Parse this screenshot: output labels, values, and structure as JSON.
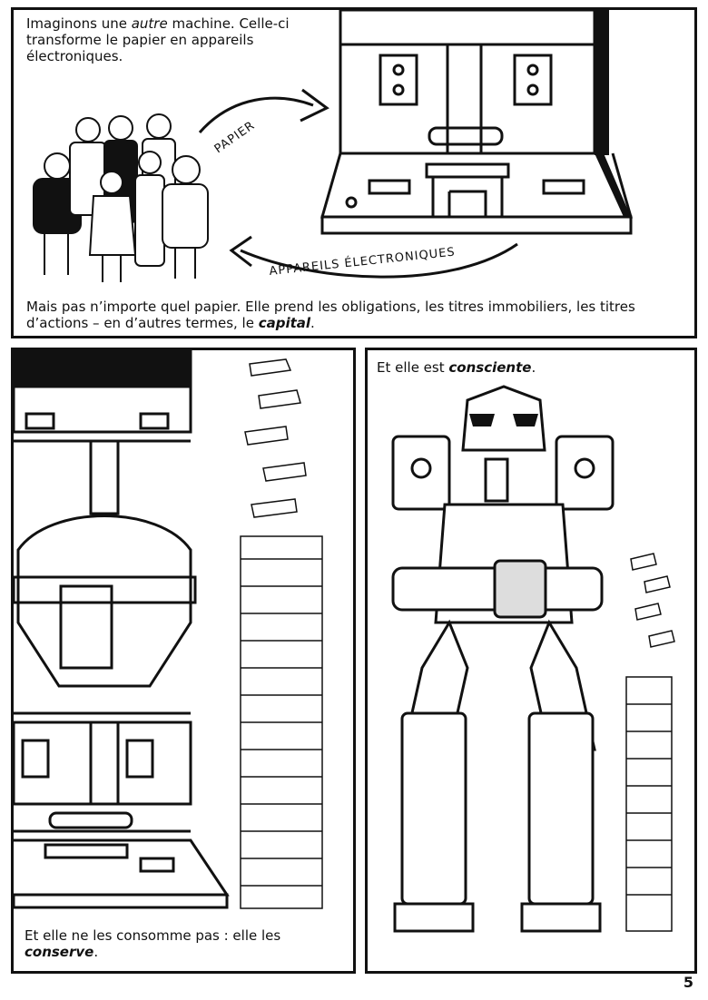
{
  "panel1": {
    "caption_top": {
      "prefix": "Imaginons une ",
      "emph": "autre",
      "suffix": " machine. Celle-ci transforme le papier en appareils électroniques."
    },
    "arrow_in_label": "PAPIER",
    "arrow_out_label": "APPAREILS ÉLECTRONIQUES",
    "caption_bottom": {
      "prefix": "Mais pas n’importe quel papier. Elle prend les obligations, les titres immobiliers, les titres d’actions – en d’autres termes, le ",
      "emph": "capital",
      "suffix": "."
    }
  },
  "panel2": {
    "caption": {
      "prefix": "Et elle ne les consomme pas : elle les ",
      "emph": "conserve",
      "suffix": "."
    }
  },
  "panel3": {
    "caption": {
      "prefix": "Et elle est ",
      "emph": "consciente",
      "suffix": "."
    }
  },
  "page_number": "5"
}
